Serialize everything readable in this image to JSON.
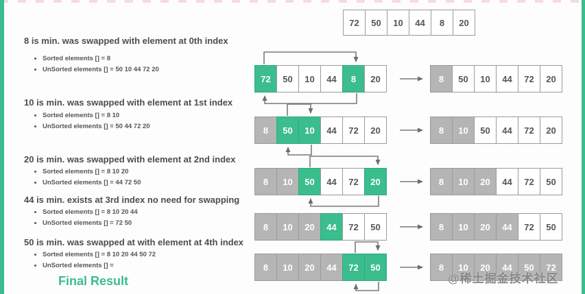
{
  "page": {
    "accent_green": "#3bbd8d",
    "cell_gray": "#b5b5b5",
    "watermark": "@稀土掘金技术社区"
  },
  "initial_array": {
    "cells": [
      {
        "value": "72",
        "state": "plain"
      },
      {
        "value": "50",
        "state": "plain"
      },
      {
        "value": "10",
        "state": "plain"
      },
      {
        "value": "44",
        "state": "plain"
      },
      {
        "value": "8",
        "state": "plain"
      },
      {
        "value": "20",
        "state": "plain"
      }
    ]
  },
  "steps": [
    {
      "title": "8 is min. was swapped with element at 0th index",
      "bullets": [
        "Sorted elements []  = 8",
        "UnSorted elements []  = 50 10 44 72 20"
      ],
      "swap": {
        "from_index": 0,
        "to_index": 4
      },
      "before": [
        {
          "value": "72",
          "state": "selected"
        },
        {
          "value": "50",
          "state": "plain"
        },
        {
          "value": "10",
          "state": "plain"
        },
        {
          "value": "44",
          "state": "plain"
        },
        {
          "value": "8",
          "state": "selected"
        },
        {
          "value": "20",
          "state": "plain"
        }
      ],
      "after": [
        {
          "value": "8",
          "state": "sorted"
        },
        {
          "value": "50",
          "state": "plain"
        },
        {
          "value": "10",
          "state": "plain"
        },
        {
          "value": "44",
          "state": "plain"
        },
        {
          "value": "72",
          "state": "plain"
        },
        {
          "value": "20",
          "state": "plain"
        }
      ]
    },
    {
      "title": "10 is min. was swapped with element at 1st index",
      "bullets": [
        "Sorted elements []  = 8 10",
        "UnSorted elements []  = 50 44 72 20"
      ],
      "swap": {
        "from_index": 1,
        "to_index": 2
      },
      "before": [
        {
          "value": "8",
          "state": "sorted"
        },
        {
          "value": "50",
          "state": "selected"
        },
        {
          "value": "10",
          "state": "selected"
        },
        {
          "value": "44",
          "state": "plain"
        },
        {
          "value": "72",
          "state": "plain"
        },
        {
          "value": "20",
          "state": "plain"
        }
      ],
      "after": [
        {
          "value": "8",
          "state": "sorted"
        },
        {
          "value": "10",
          "state": "sorted"
        },
        {
          "value": "50",
          "state": "plain"
        },
        {
          "value": "44",
          "state": "plain"
        },
        {
          "value": "72",
          "state": "plain"
        },
        {
          "value": "20",
          "state": "plain"
        }
      ]
    },
    {
      "title": "20 is min. was swapped with element at 2nd index",
      "bullets": [
        "Sorted elements []  = 8 10 20",
        "UnSorted elements []  = 44 72 50"
      ],
      "swap": {
        "from_index": 2,
        "to_index": 5
      },
      "before": [
        {
          "value": "8",
          "state": "sorted"
        },
        {
          "value": "10",
          "state": "sorted"
        },
        {
          "value": "50",
          "state": "selected"
        },
        {
          "value": "44",
          "state": "plain"
        },
        {
          "value": "72",
          "state": "plain"
        },
        {
          "value": "20",
          "state": "selected"
        }
      ],
      "after": [
        {
          "value": "8",
          "state": "sorted"
        },
        {
          "value": "10",
          "state": "sorted"
        },
        {
          "value": "20",
          "state": "sorted"
        },
        {
          "value": "44",
          "state": "plain"
        },
        {
          "value": "72",
          "state": "plain"
        },
        {
          "value": "50",
          "state": "plain"
        }
      ]
    },
    {
      "title": "44 is min. exists at 3rd index no need for swapping",
      "bullets": [
        "Sorted elements []  = 8 10 20 44",
        "UnSorted elements []  = 72 50"
      ],
      "swap": null,
      "before": [
        {
          "value": "8",
          "state": "sorted"
        },
        {
          "value": "10",
          "state": "sorted"
        },
        {
          "value": "20",
          "state": "sorted"
        },
        {
          "value": "44",
          "state": "selected"
        },
        {
          "value": "72",
          "state": "plain"
        },
        {
          "value": "50",
          "state": "plain"
        }
      ],
      "after": [
        {
          "value": "8",
          "state": "sorted"
        },
        {
          "value": "10",
          "state": "sorted"
        },
        {
          "value": "20",
          "state": "sorted"
        },
        {
          "value": "44",
          "state": "sorted"
        },
        {
          "value": "72",
          "state": "plain"
        },
        {
          "value": "50",
          "state": "plain"
        }
      ]
    },
    {
      "title": "50 is min. was swapped at with element at 4th index",
      "bullets": [
        "Sorted elements []  = 8 10 20 44 50 72",
        "UnSorted elements []  ="
      ],
      "swap": {
        "from_index": 4,
        "to_index": 5
      },
      "before": [
        {
          "value": "8",
          "state": "sorted"
        },
        {
          "value": "10",
          "state": "sorted"
        },
        {
          "value": "20",
          "state": "sorted"
        },
        {
          "value": "44",
          "state": "sorted"
        },
        {
          "value": "72",
          "state": "selected"
        },
        {
          "value": "50",
          "state": "selected"
        }
      ],
      "after": [
        {
          "value": "8",
          "state": "sorted"
        },
        {
          "value": "10",
          "state": "sorted"
        },
        {
          "value": "20",
          "state": "sorted"
        },
        {
          "value": "44",
          "state": "sorted"
        },
        {
          "value": "50",
          "state": "sorted"
        },
        {
          "value": "72",
          "state": "sorted"
        }
      ]
    }
  ],
  "final_label": "Final Result"
}
